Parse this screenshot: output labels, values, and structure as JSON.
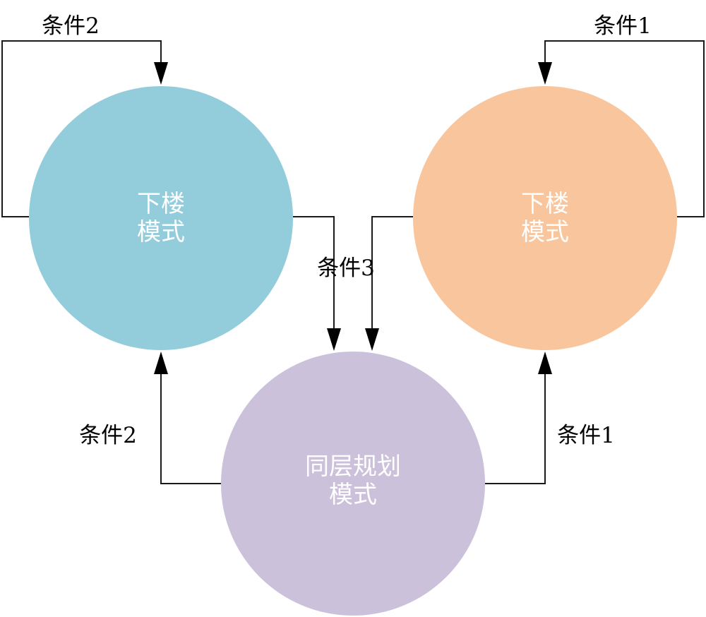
{
  "nodes": {
    "left": {
      "line1": "下楼",
      "line2": "模式",
      "color": "#93CDDC"
    },
    "right": {
      "line1": "下楼",
      "line2": "模式",
      "color": "#F8C59D"
    },
    "bottom": {
      "line1": "同层规划",
      "line2": "模式",
      "color": "#CCC1DA"
    }
  },
  "conditions": {
    "top_left": "条件2",
    "top_right": "条件1",
    "center": "条件3",
    "bottom_left": "条件2",
    "bottom_right": "条件1"
  },
  "colors": {
    "line": "#1a1a1a",
    "arrow": "#000000",
    "node_text": "#ffffff"
  }
}
